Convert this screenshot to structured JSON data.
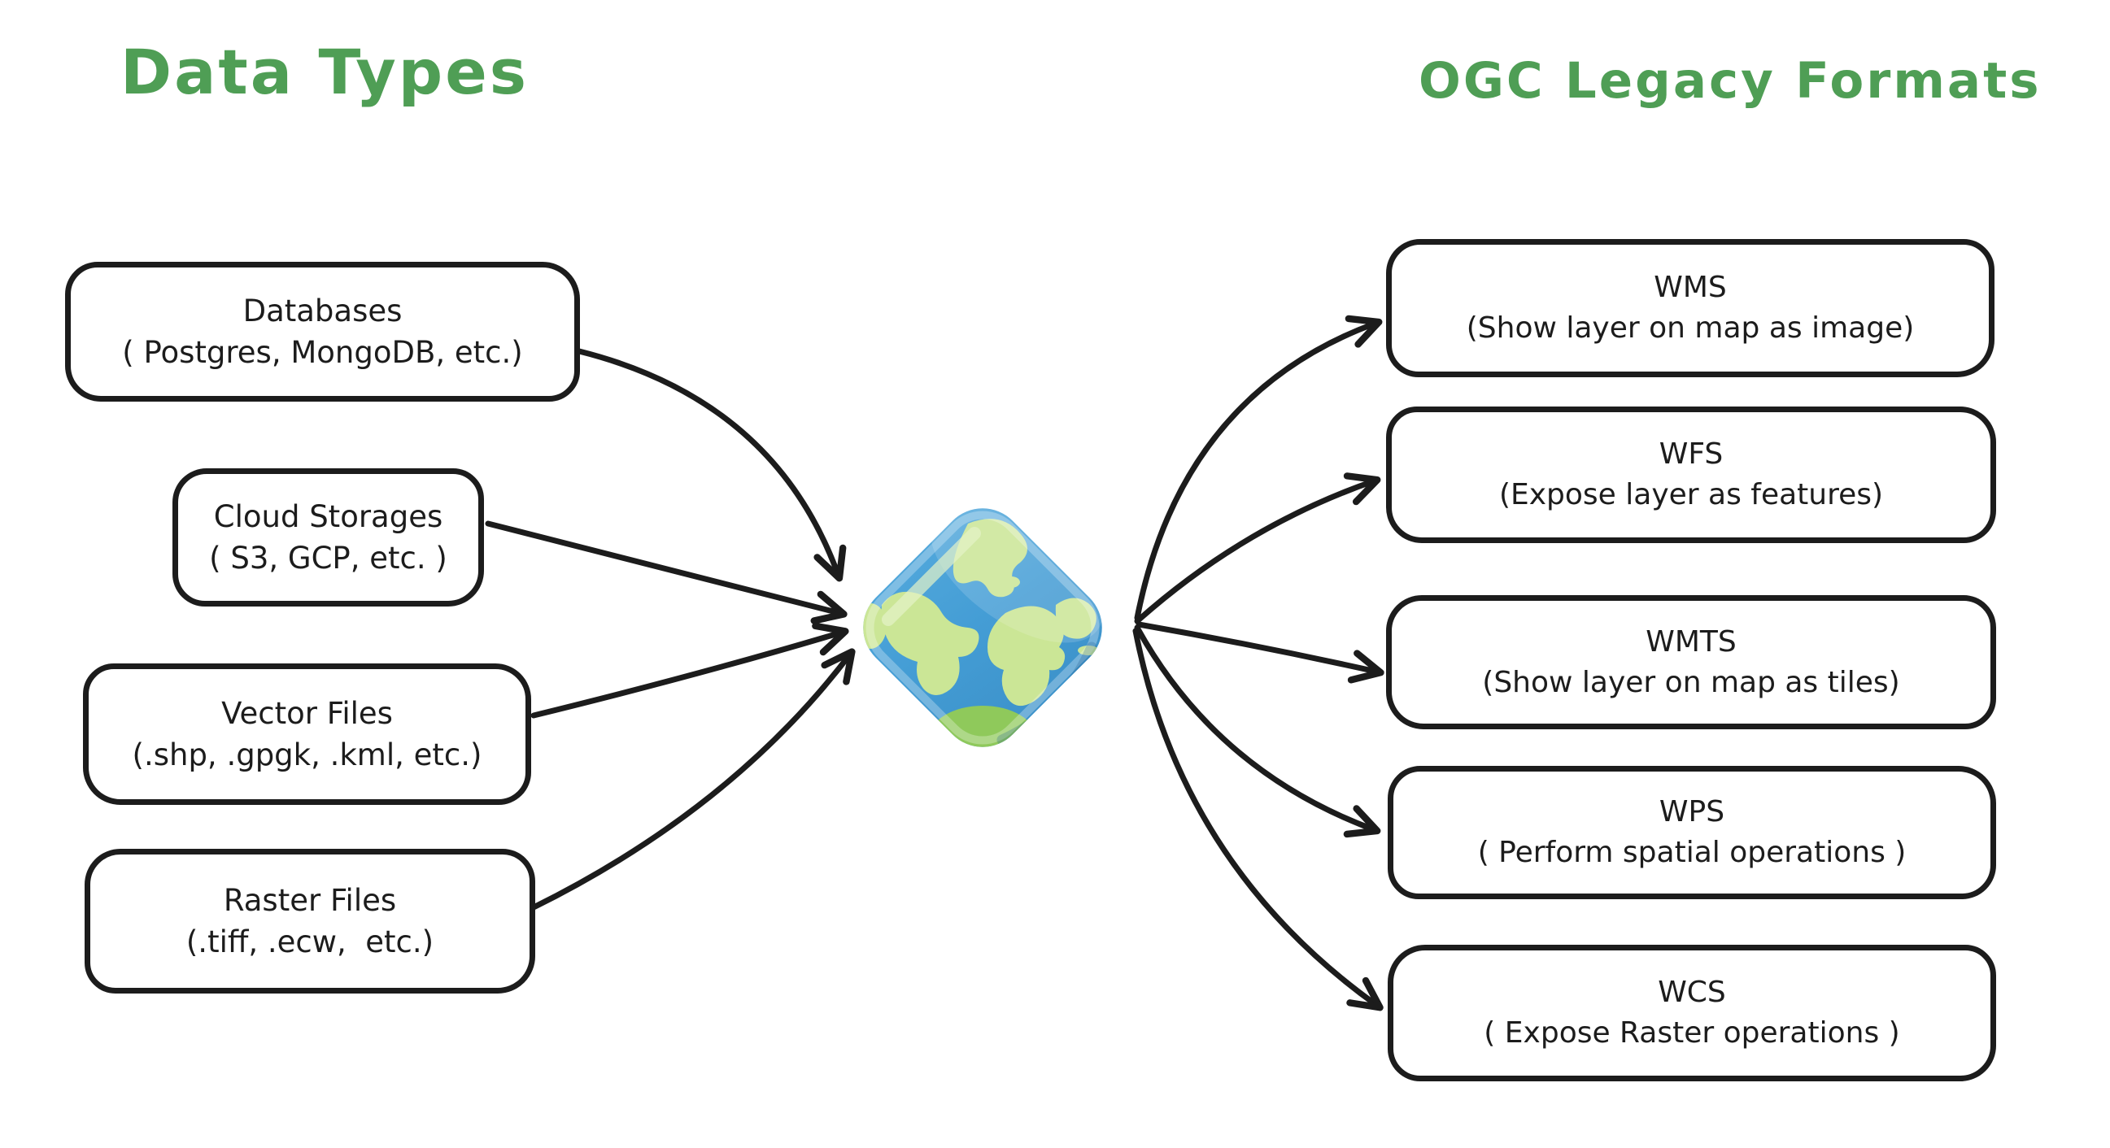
{
  "titles": {
    "left": "Data Types",
    "right": "OGC Legacy Formats"
  },
  "colors": {
    "title_green": "#4f9e55",
    "stroke_black": "#1c1c1c",
    "globe_ocean_blue": "#449dd5",
    "globe_land_green": "#cbe696",
    "globe_bottom_green": "#8fc95b"
  },
  "center": {
    "icon": "globe-diamond-icon"
  },
  "sources": [
    {
      "title": "Databases",
      "subtitle": "( Postgres, MongoDB, etc.)"
    },
    {
      "title": "Cloud Storages",
      "subtitle": "( S3, GCP, etc. )"
    },
    {
      "title": "Vector Files",
      "subtitle": "(.shp, .gpgk, .kml, etc.)"
    },
    {
      "title": "Raster Files",
      "subtitle": "(.tiff, .ecw,  etc.)"
    }
  ],
  "outputs": [
    {
      "title": "WMS",
      "subtitle": "(Show layer on map as image)"
    },
    {
      "title": "WFS",
      "subtitle": "(Expose layer as features)"
    },
    {
      "title": "WMTS",
      "subtitle": "(Show layer on map as tiles)"
    },
    {
      "title": "WPS",
      "subtitle": "( Perform spatial operations )"
    },
    {
      "title": "WCS",
      "subtitle": "( Expose Raster operations )"
    }
  ],
  "connections": {
    "into_center": [
      "Databases",
      "Cloud Storages",
      "Vector Files",
      "Raster Files"
    ],
    "out_of_center": [
      "WMS",
      "WFS",
      "WMTS",
      "WPS",
      "WCS"
    ]
  }
}
